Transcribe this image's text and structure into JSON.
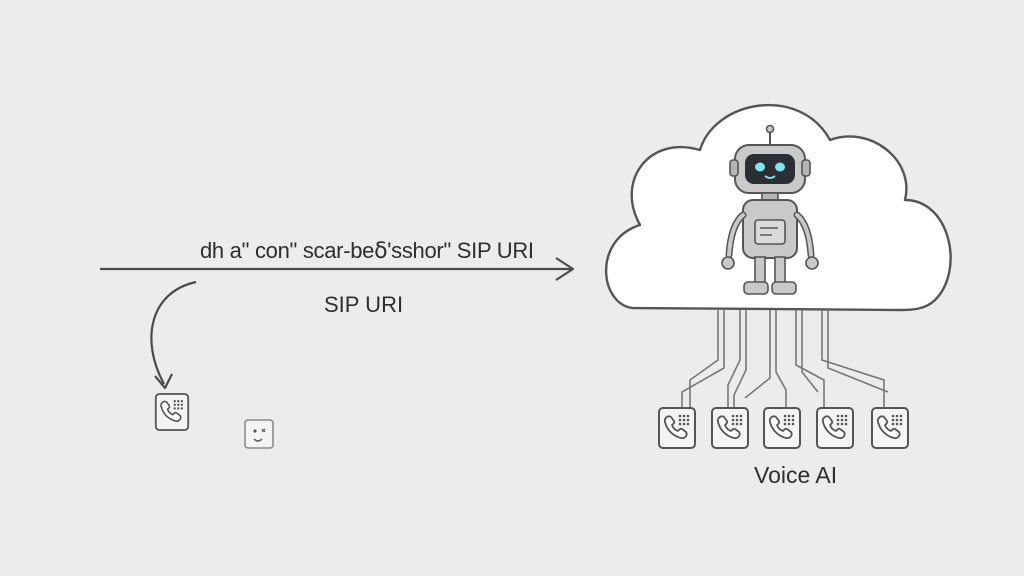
{
  "labels": {
    "arrow_text": "dh a\" con\" scar-beẟ'sshor\" SIP URI",
    "sip_uri": "SIP URI",
    "voice_ai": "Voice AI"
  },
  "icons": {
    "phones_row": [
      "phone-keypad-icon",
      "phone-keypad-icon",
      "phone-keypad-icon",
      "phone-keypad-icon",
      "phone-keypad-icon"
    ],
    "robot": "robot-icon",
    "cloud": "cloud-icon",
    "small_phone": "phone-keypad-icon",
    "small_face": "face-icon"
  },
  "colors": {
    "background": "#ececec",
    "stroke": "#4a4a4a",
    "cloud_fill": "#ffffff",
    "robot_body": "#c9c9c9",
    "robot_face": "#2b2f33",
    "robot_eyes": "#7fe3f0"
  }
}
